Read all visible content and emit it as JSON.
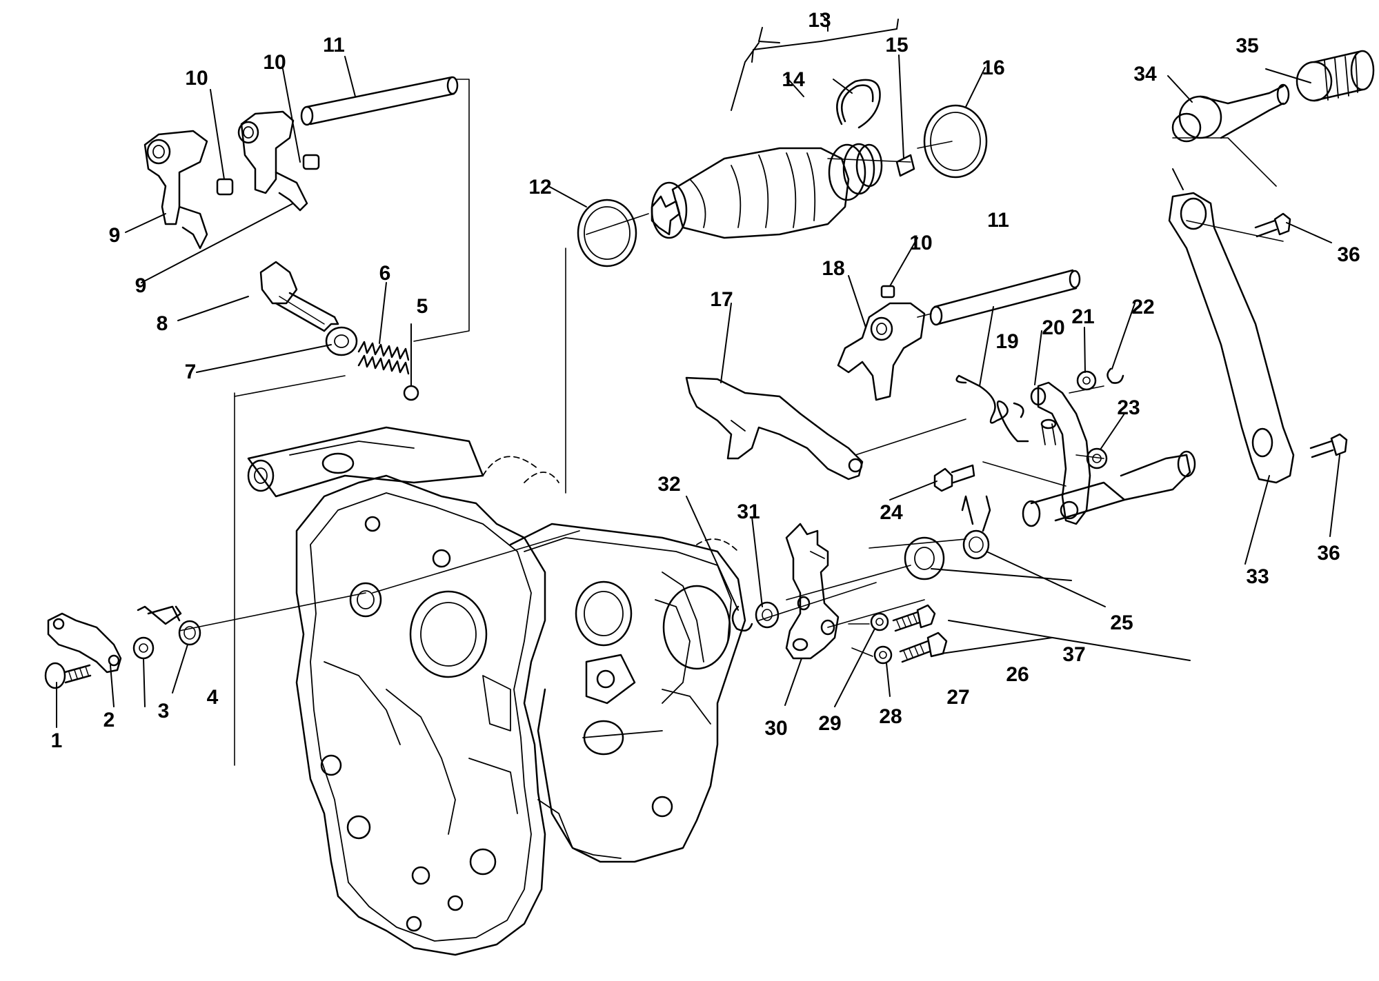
{
  "colors": {
    "ink": "#000000",
    "paper": "#ffffff"
  },
  "callouts": [
    {
      "id": "c1",
      "label": "1"
    },
    {
      "id": "c2",
      "label": "2"
    },
    {
      "id": "c3",
      "label": "3"
    },
    {
      "id": "c4",
      "label": "4"
    },
    {
      "id": "c5",
      "label": "5"
    },
    {
      "id": "c6",
      "label": "6"
    },
    {
      "id": "c7",
      "label": "7"
    },
    {
      "id": "c8",
      "label": "8"
    },
    {
      "id": "c9a",
      "label": "9"
    },
    {
      "id": "c9b",
      "label": "9"
    },
    {
      "id": "c10a",
      "label": "10"
    },
    {
      "id": "c10b",
      "label": "10"
    },
    {
      "id": "c10c",
      "label": "10"
    },
    {
      "id": "c11a",
      "label": "11"
    },
    {
      "id": "c11b",
      "label": "11"
    },
    {
      "id": "c12",
      "label": "12"
    },
    {
      "id": "c13",
      "label": "13"
    },
    {
      "id": "c14",
      "label": "14"
    },
    {
      "id": "c15",
      "label": "15"
    },
    {
      "id": "c16",
      "label": "16"
    },
    {
      "id": "c17",
      "label": "17"
    },
    {
      "id": "c18",
      "label": "18"
    },
    {
      "id": "c19",
      "label": "19"
    },
    {
      "id": "c20",
      "label": "20"
    },
    {
      "id": "c21",
      "label": "21"
    },
    {
      "id": "c22",
      "label": "22"
    },
    {
      "id": "c23",
      "label": "23"
    },
    {
      "id": "c24",
      "label": "24"
    },
    {
      "id": "c25",
      "label": "25"
    },
    {
      "id": "c26",
      "label": "26"
    },
    {
      "id": "c27",
      "label": "27"
    },
    {
      "id": "c28",
      "label": "28"
    },
    {
      "id": "c29",
      "label": "29"
    },
    {
      "id": "c30",
      "label": "30"
    },
    {
      "id": "c31",
      "label": "31"
    },
    {
      "id": "c32",
      "label": "32"
    },
    {
      "id": "c33",
      "label": "33"
    },
    {
      "id": "c34",
      "label": "34"
    },
    {
      "id": "c35",
      "label": "35"
    },
    {
      "id": "c36a",
      "label": "36"
    },
    {
      "id": "c36b",
      "label": "36"
    },
    {
      "id": "c37",
      "label": "37"
    }
  ]
}
